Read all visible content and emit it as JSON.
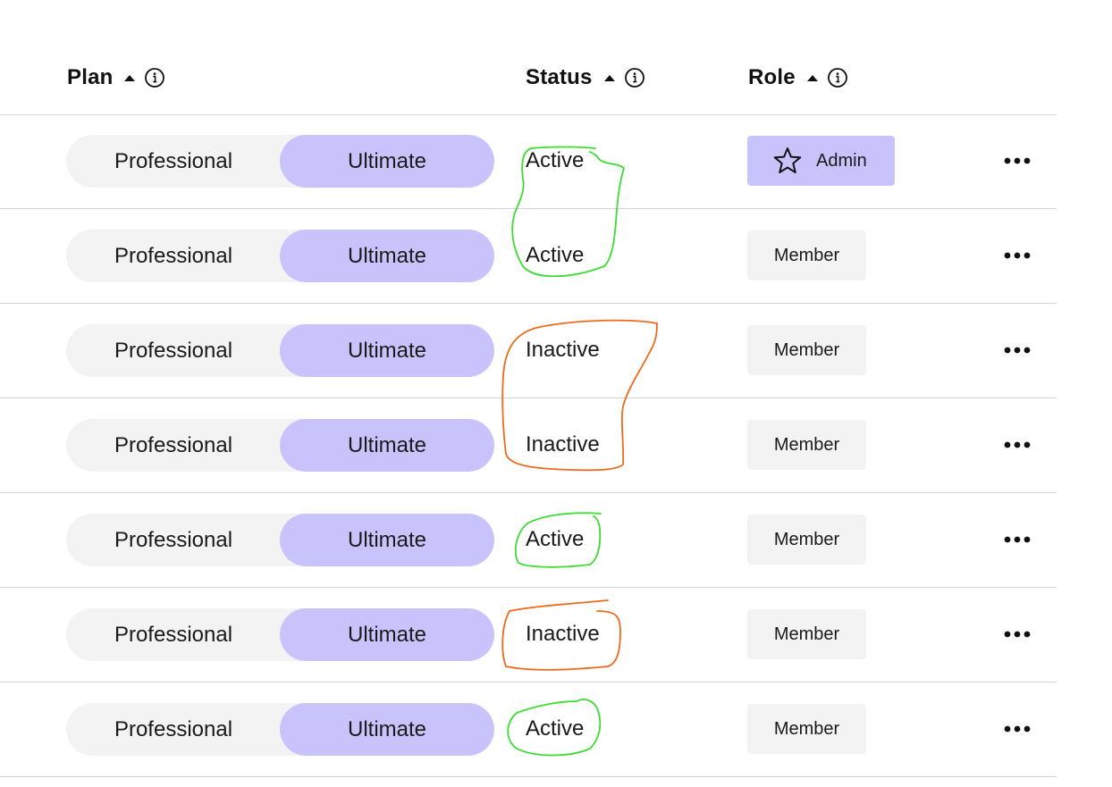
{
  "columns": {
    "plan": "Plan",
    "status": "Status",
    "role": "Role"
  },
  "rows": [
    {
      "plan_left": "Professional",
      "plan_right": "Ultimate",
      "status": "Active",
      "role": "Admin"
    },
    {
      "plan_left": "Professional",
      "plan_right": "Ultimate",
      "status": "Active",
      "role": "Member"
    },
    {
      "plan_left": "Professional",
      "plan_right": "Ultimate",
      "status": "Inactive",
      "role": "Member"
    },
    {
      "plan_left": "Professional",
      "plan_right": "Ultimate",
      "status": "Inactive",
      "role": "Member"
    },
    {
      "plan_left": "Professional",
      "plan_right": "Ultimate",
      "status": "Active",
      "role": "Member"
    },
    {
      "plan_left": "Professional",
      "plan_right": "Ultimate",
      "status": "Inactive",
      "role": "Member"
    },
    {
      "plan_left": "Professional",
      "plan_right": "Ultimate",
      "status": "Active",
      "role": "Member"
    }
  ],
  "icons": {
    "sort": "caret-up-icon",
    "info": "info-icon",
    "star": "star-icon",
    "more": "more-options-icon"
  },
  "colors": {
    "accent": "#c9c3fc",
    "chip_bg": "#f3f3f3",
    "annotation_active": "#3ddc32",
    "annotation_inactive": "#ef6a1a"
  }
}
